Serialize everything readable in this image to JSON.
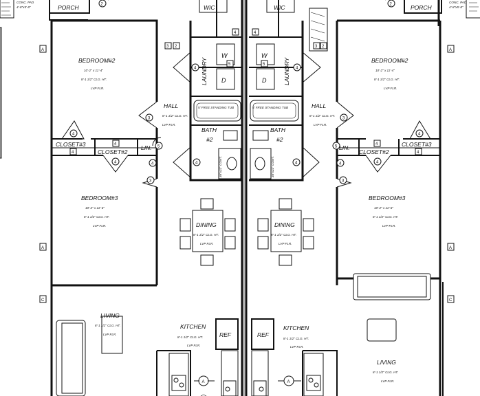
{
  "porch": {
    "label": "PORCH",
    "pad": "CONC. PAD",
    "pad_size": "4'-8\"x5'-8\""
  },
  "units": {
    "left": {
      "wic": "WIC",
      "laundry": "LAUNDRY",
      "washer": "W",
      "dryer": "D",
      "hall": {
        "name": "HALL",
        "ceiling": "8'-1 1/2\" CLG. HT.",
        "floor": "LVP FLR."
      },
      "bath": {
        "name": "BATH",
        "number": "#2",
        "tub": "5' FREE STANDING TUB",
        "counter": "36\"x22\" CONT."
      },
      "closet3": "CLOSET#3",
      "closet2": "CLOSET#2",
      "lin": "LIN.",
      "bedroom2": {
        "name": "BEDROOM#2",
        "size": "10'-2\" x 11'-4\"",
        "ceiling": "8'-1 1/2\" CLG. HT.",
        "floor": "LVP FLR."
      },
      "bedroom3": {
        "name": "BEDROOM#3",
        "size": "10'-2\" x 11'-6\"",
        "ceiling": "8'-1 1/2\" CLG. HT.",
        "floor": "LVP FLR."
      },
      "dining": {
        "name": "DINING",
        "ceiling": "8'-1 1/2\" CLG. HT.",
        "floor": "LVP FLR."
      },
      "living": {
        "name": "LIVING",
        "ceiling": "8'-1 1/2\" CLG. HT.",
        "floor": "LVP FLR."
      },
      "kitchen": {
        "name": "KITCHEN",
        "ceiling": "8'-1 1/2\" CLG. HT.",
        "floor": "LVP FLR."
      },
      "ref": "REF"
    },
    "right": {
      "wic": "WIC",
      "laundry": "LAUNDRY",
      "washer": "W",
      "dryer": "D",
      "hall": {
        "name": "HALL",
        "ceiling": "8'-1 1/2\" CLG. HT.",
        "floor": "LVP FLR."
      },
      "bath": {
        "name": "BATH",
        "number": "#2",
        "tub": "5' FREE STANDING TUB",
        "counter": "36\"x22\" CONT."
      },
      "closet3": "CLOSET#3",
      "closet2": "CLOSET#2",
      "lin": "LIN.",
      "bedroom2": {
        "name": "BEDROOM#2",
        "size": "10'-2\" x 11'-4\"",
        "ceiling": "8'-1 1/2\" CLG. HT.",
        "floor": "LVP FLR."
      },
      "bedroom3": {
        "name": "BEDROOM#3",
        "size": "10'-2\" x 11'-6\"",
        "ceiling": "8'-1 1/2\" CLG. HT.",
        "floor": "LVP FLR."
      },
      "dining": {
        "name": "DINING",
        "ceiling": "8'-1 1/2\" CLG. HT.",
        "floor": "LVP FLR."
      },
      "living": {
        "name": "LIVING",
        "ceiling": "8'-1 1/2\" CLG. HT.",
        "floor": "LVP FLR."
      },
      "kitchen": {
        "name": "KITCHEN",
        "ceiling": "8'-1 1/2\" CLG. HT.",
        "floor": "LVP FLR."
      },
      "ref": "REF"
    }
  },
  "tags": {
    "door_2": "2",
    "door_3": "3",
    "door_4": "4",
    "door_5": "5",
    "wall_a": "A",
    "wall_c": "C",
    "appliance_a": "A"
  }
}
